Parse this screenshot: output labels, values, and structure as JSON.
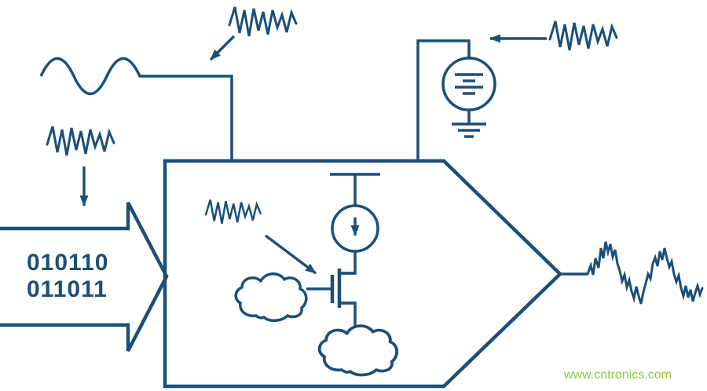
{
  "diagram": {
    "digital_input": {
      "line1": "010110",
      "line2": "011011"
    },
    "watermark": "www.cntronics.com",
    "colors": {
      "line_navy": "#1b4f78",
      "dac_green": "#7fd2a2",
      "cloud_white": "#ffffff",
      "watermark_green": "#8dc63f",
      "background": "#ffffff"
    },
    "icons": {
      "sine-wave-icon": "sine squiggle clock source",
      "noise-icon": "jagged noise burst waveform (4 instances)",
      "arrow-icon": "solid triangular arrowhead pointer (4 instances)",
      "digital-input-arrow": "hollow block arrow carrying digital bits",
      "dac-pentagon": "right-pointing green converter body",
      "voltage-reference-icon": "circle with battery cell symbol",
      "ground-icon": "three stacked horizontal bars",
      "current-source-icon": "circle with downward arrow",
      "mosfet-icon": "NMOS transistor symbol",
      "cloud-icon": "noise cloud blob (2 instances)",
      "output-waveform-icon": "noisy analog output trace"
    }
  }
}
